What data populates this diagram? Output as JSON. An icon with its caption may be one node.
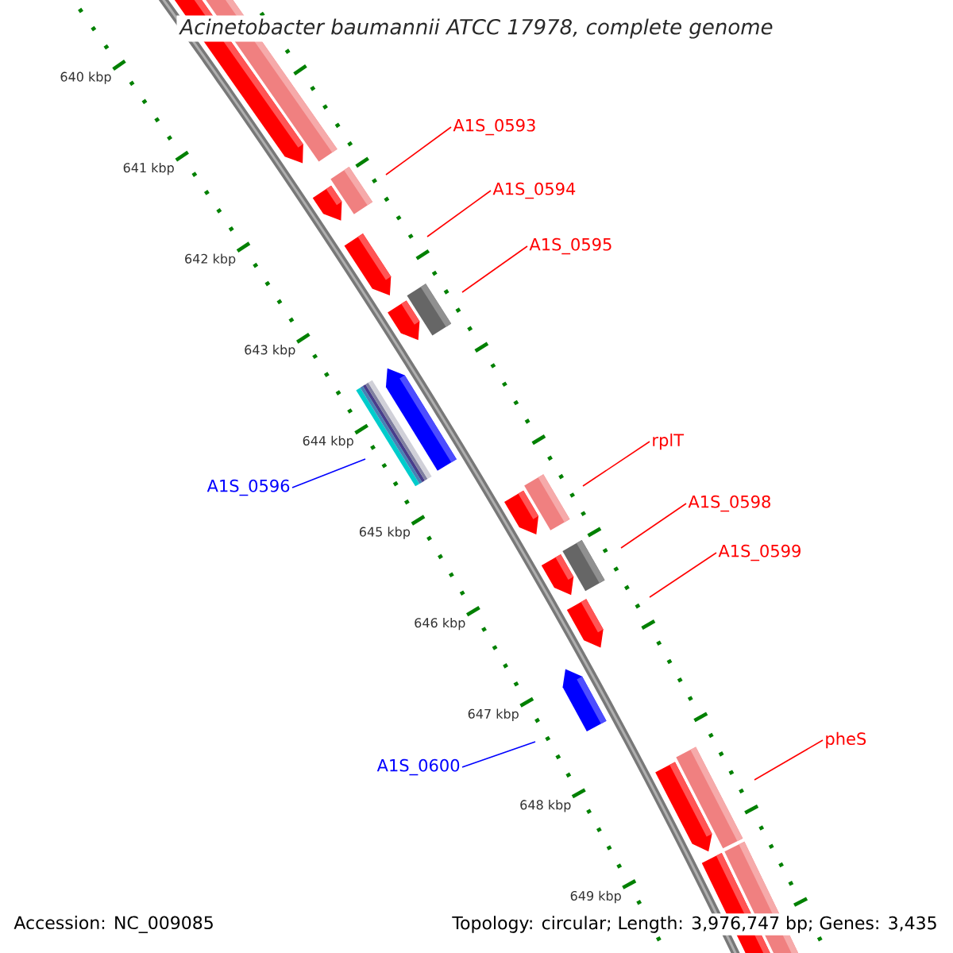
{
  "diagram": {
    "title": "Acinetobacter baumannii ATCC 17978, complete genome",
    "nodes": [
      {
        "text": [
          "A1S_0593"
        ]
      },
      {
        "text": [
          "A1S_0594"
        ]
      },
      {
        "text": [
          "A1S_0595"
        ]
      },
      {
        "text": [
          "A1S_0596"
        ]
      },
      {
        "text": [
          "rplT"
        ]
      },
      {
        "text": [
          "A1S_0598"
        ]
      },
      {
        "text": [
          "A1S_0599"
        ]
      },
      {
        "text": [
          "A1S_0600"
        ]
      },
      {
        "text": [
          "pheS"
        ]
      }
    ],
    "edges": [
      {
        "from": 0,
        "to": null,
        "arrow": "none"
      },
      {
        "from": 1,
        "to": null,
        "arrow": "none"
      },
      {
        "from": 2,
        "to": null,
        "arrow": "none"
      },
      {
        "from": 3,
        "to": null,
        "arrow": "none",
        "color": "#0000ff"
      },
      {
        "from": 4,
        "to": null,
        "arrow": "none"
      },
      {
        "from": 5,
        "to": null,
        "arrow": "none"
      },
      {
        "from": 6,
        "to": null,
        "arrow": "none"
      },
      {
        "from": 7,
        "to": null,
        "arrow": "none",
        "color": "#0000ff"
      },
      {
        "from": 8,
        "to": null,
        "arrow": "none"
      }
    ],
    "labels": [
      "640 kbp",
      "641 kbp",
      "642 kbp",
      "643 kbp",
      "644 kbp",
      "645 kbp",
      "646 kbp",
      "647 kbp",
      "648 kbp",
      "649 kbp",
      "Accession: NC_009085",
      "Topology: circular; Length: 3,976,747 bp; Genes: 3,435"
    ]
  }
}
